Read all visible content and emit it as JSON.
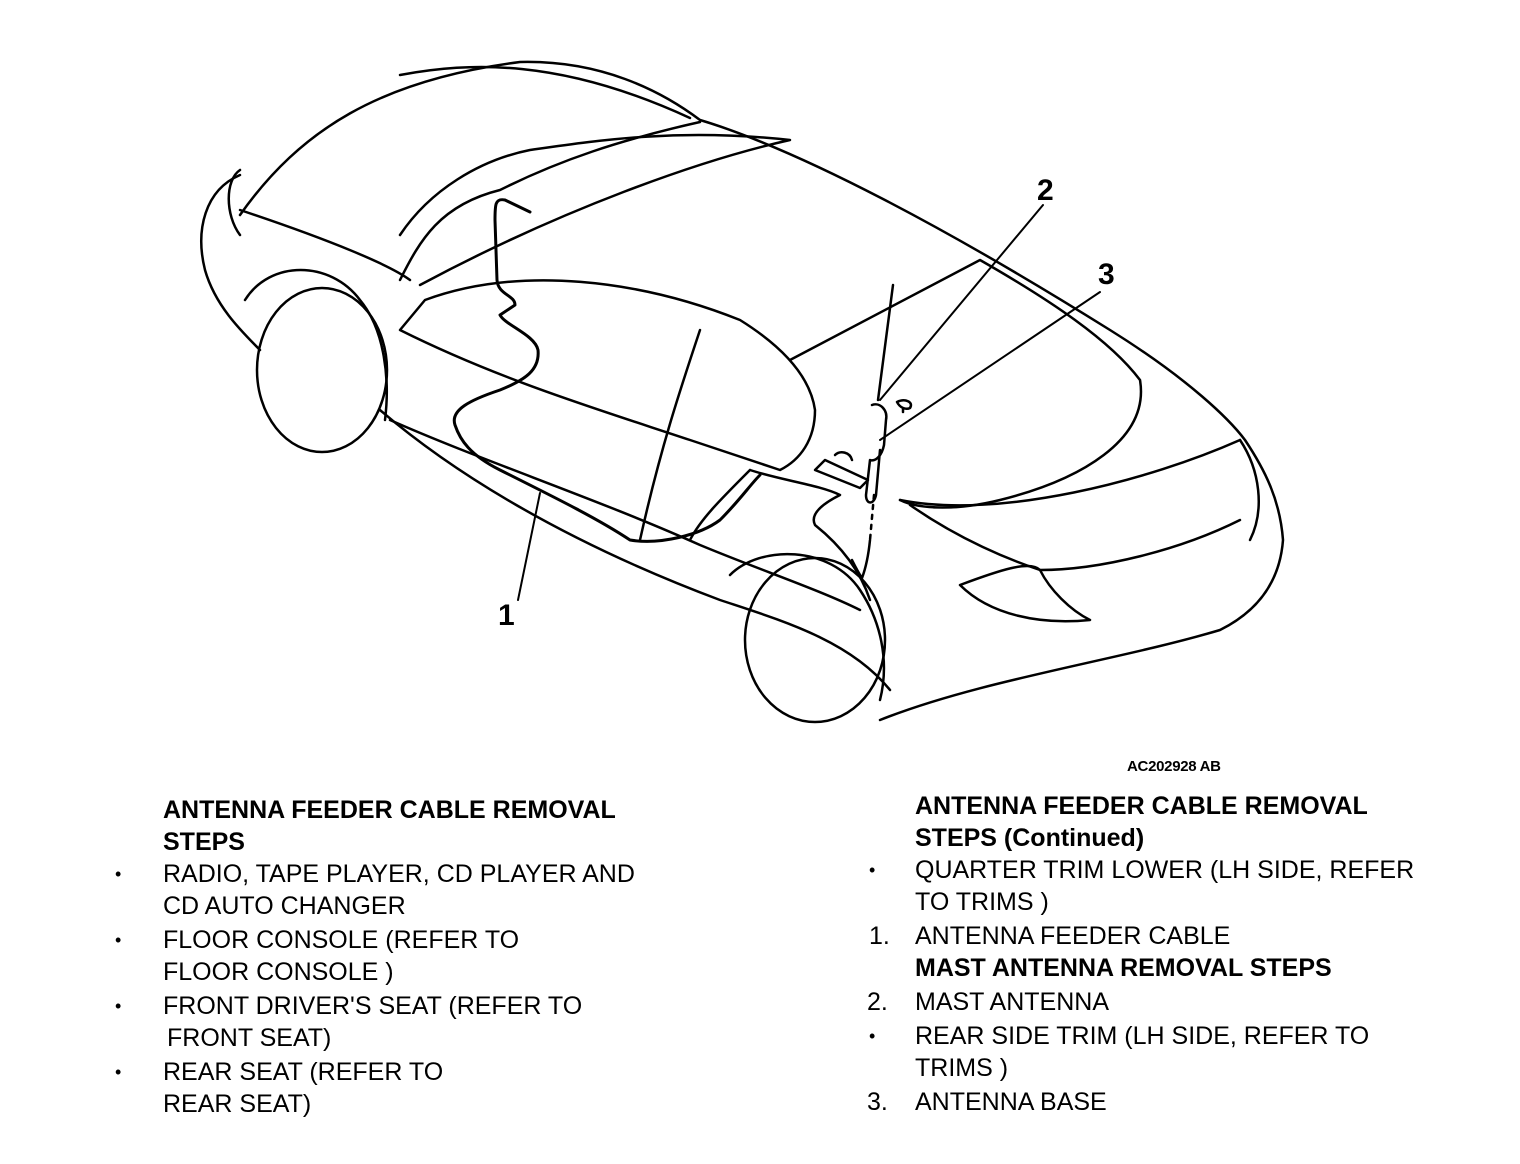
{
  "figure_id": "AC202928 AB",
  "callouts": [
    "1",
    "2",
    "3"
  ],
  "left_column": {
    "heading_line1": "ANTENNA FEEDER CABLE REMOVAL",
    "heading_line2": "STEPS",
    "items": [
      {
        "marker": "•",
        "line1": "RADIO, TAPE PLAYER, CD PLAYER AND",
        "line2": "CD AUTO CHANGER"
      },
      {
        "marker": "•",
        "line1": "FLOOR CONSOLE (REFER TO",
        "line2": "FLOOR CONSOLE )"
      },
      {
        "marker": "•",
        "line1": "FRONT DRIVER'S SEAT (REFER TO",
        "line2": "FRONT SEAT)"
      },
      {
        "marker": "•",
        "line1": "REAR SEAT (REFER TO",
        "line2": "REAR SEAT)"
      }
    ]
  },
  "right_column": {
    "heading_line1": "ANTENNA FEEDER CABLE REMOVAL",
    "heading_line2": "STEPS (Continued)",
    "item1": {
      "marker": "•",
      "line1": "QUARTER TRIM LOWER (LH SIDE, REFER",
      "line2": "TO TRIMS )"
    },
    "item2": {
      "marker": "1.",
      "line1": "ANTENNA FEEDER CABLE"
    },
    "subheading": "MAST ANTENNA REMOVAL STEPS",
    "item3": {
      "marker": "2.",
      "line1": "MAST ANTENNA"
    },
    "item4": {
      "marker": "•",
      "line1": "REAR SIDE TRIM (LH SIDE, REFER TO",
      "line2": "TRIMS )"
    },
    "item5": {
      "marker": "3.",
      "line1": "ANTENNA BASE"
    }
  }
}
